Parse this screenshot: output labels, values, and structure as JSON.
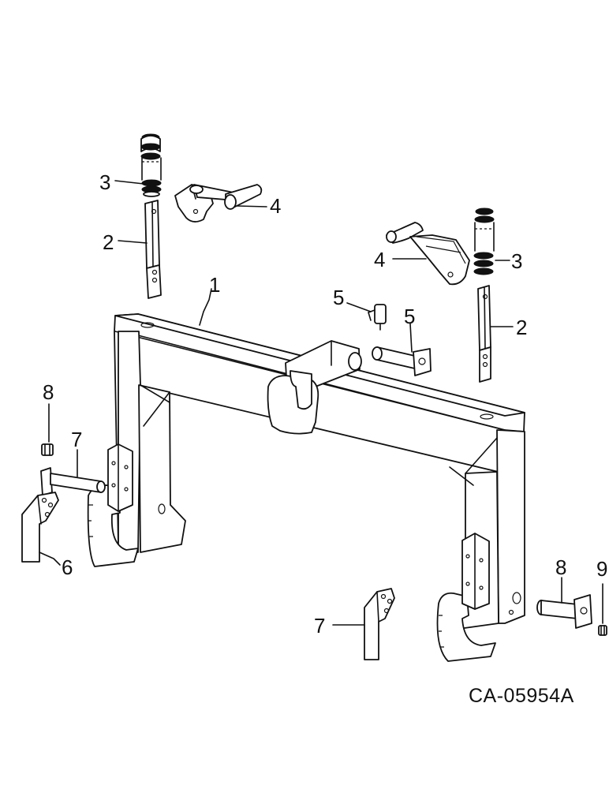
{
  "diagram": {
    "drawing_number": "CA-05954A",
    "callouts": [
      {
        "id": "callout-1-frame",
        "text": "1"
      },
      {
        "id": "callout-2-latch-rod-left",
        "text": "2"
      },
      {
        "id": "callout-2-latch-rod-right",
        "text": "2"
      },
      {
        "id": "callout-3-spring-left",
        "text": "3"
      },
      {
        "id": "callout-3-spring-right",
        "text": "3"
      },
      {
        "id": "callout-4-handle-left",
        "text": "4"
      },
      {
        "id": "callout-4-handle-right",
        "text": "4"
      },
      {
        "id": "callout-5-hook-left",
        "text": "5"
      },
      {
        "id": "callout-5-hook-right",
        "text": "5"
      },
      {
        "id": "callout-6-pin",
        "text": "6"
      },
      {
        "id": "callout-7-pin-left",
        "text": "7"
      },
      {
        "id": "callout-7-pin-right",
        "text": "7"
      },
      {
        "id": "callout-8-nut-left",
        "text": "8"
      },
      {
        "id": "callout-8-nut-right",
        "text": "8"
      },
      {
        "id": "callout-9-clip",
        "text": "9"
      }
    ]
  }
}
